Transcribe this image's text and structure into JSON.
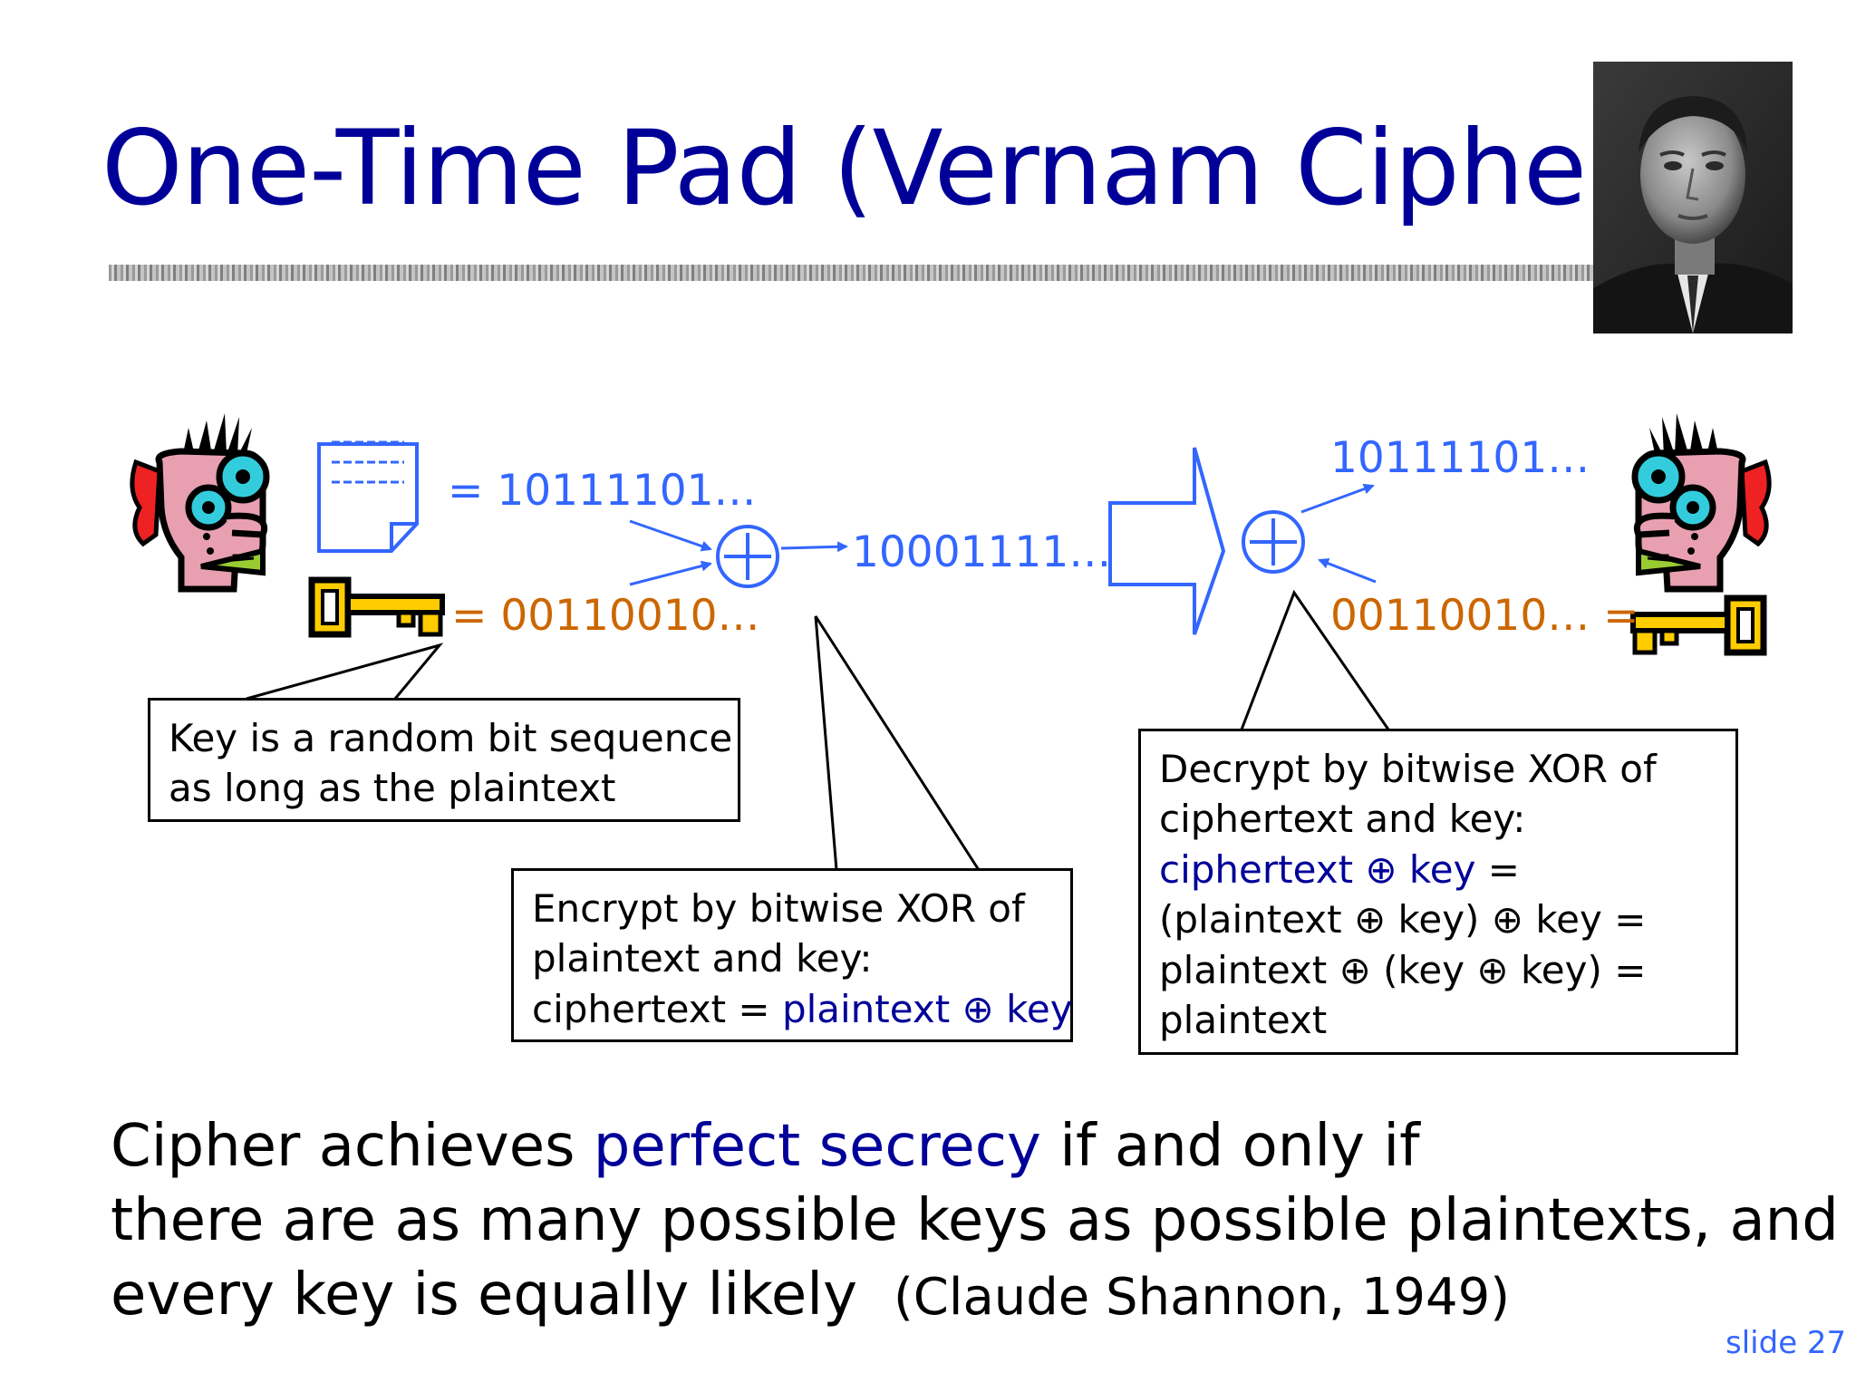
{
  "title": "One-Time Pad (Vernam Cipher)",
  "plaintext_bits": "= 10111101…",
  "key_bits": "= 00110010…",
  "ciphertext_bits": "10001111…",
  "recovered_plaintext_bits": "10111101…",
  "receiver_key_bits": "00110010… =",
  "xor_symbol": "⊕",
  "callouts": {
    "key": [
      "Key is a random bit sequence",
      "as long as the plaintext"
    ],
    "encrypt": {
      "line1": "Encrypt by bitwise XOR of",
      "line2": "plaintext and key:",
      "line3_prefix": "ciphertext = ",
      "line3_highlight": "plaintext ⊕ key"
    },
    "decrypt": {
      "line1": "Decrypt by bitwise XOR of",
      "line2": "ciphertext and key:",
      "line3_highlight": "ciphertext ⊕ key",
      "line3_suffix": " =",
      "line4": "(plaintext ⊕ key) ⊕ key =",
      "line5": "plaintext ⊕ (key ⊕ key) =",
      "line6": "plaintext"
    }
  },
  "statement": {
    "line1_prefix": "Cipher achieves ",
    "line1_highlight": "perfect secrecy",
    "line1_suffix": " if and only if",
    "line2": "there are as many possible keys as possible plaintexts, and",
    "line3": "every key is equally likely",
    "citation": "(Claude Shannon, 1949)"
  },
  "slide_number": "slide 27",
  "colors": {
    "title": "#000099",
    "bits_blue": "#3366ff",
    "bits_orange": "#cc6600",
    "highlight": "#000099",
    "key_yellow": "#ffcc00",
    "face_pink": "#e8a0b0",
    "eye_cyan": "#33ccdd",
    "ear_red": "#ee2222"
  }
}
